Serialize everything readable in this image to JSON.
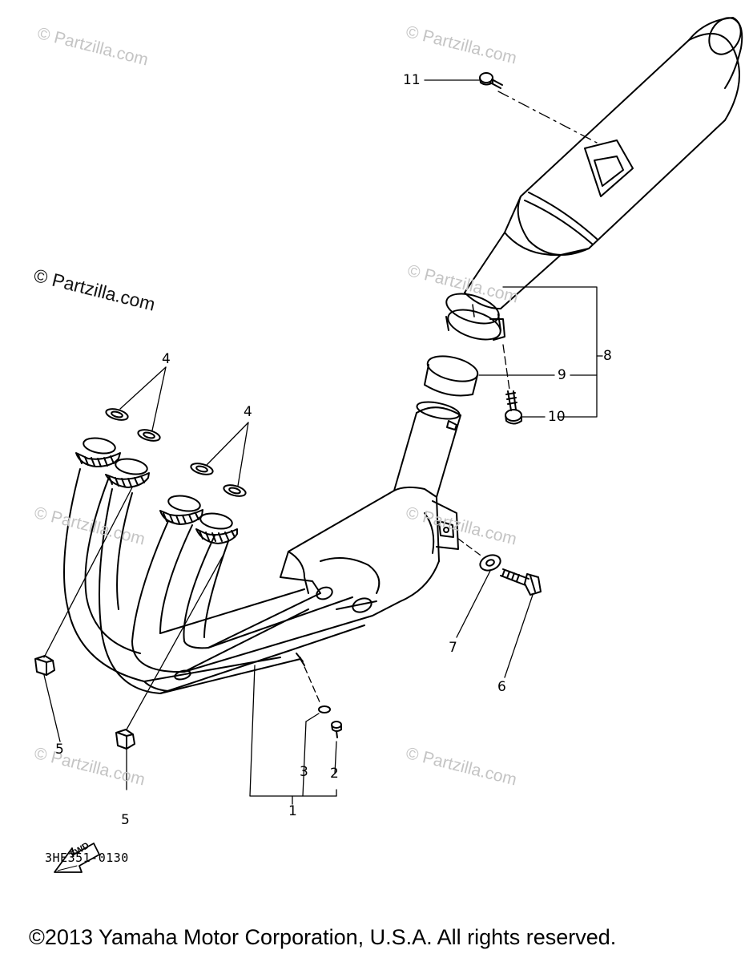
{
  "watermarks": [
    "© Partzilla.com",
    "© Partzilla.com",
    "© Partzilla.com",
    "© Partzilla.com",
    "© Partzilla.com",
    "© Partzilla.com",
    "© Partzilla.com",
    "© Partzilla.com"
  ],
  "callouts": {
    "c1": "1",
    "c2": "2",
    "c3": "3",
    "c4a": "4",
    "c4b": "4",
    "c5a": "5",
    "c5b": "5",
    "c6": "6",
    "c7": "7",
    "c8": "8",
    "c9": "9",
    "c10": "10",
    "c11": "11"
  },
  "fwd_label": "FWD",
  "diagram_code": "3HE351-0130",
  "copyright": "©2013 Yamaha Motor Corporation, U.S.A. All rights reserved.",
  "colors": {
    "ink": "#000000",
    "watermark": "#c4c4c4",
    "background": "#ffffff"
  }
}
